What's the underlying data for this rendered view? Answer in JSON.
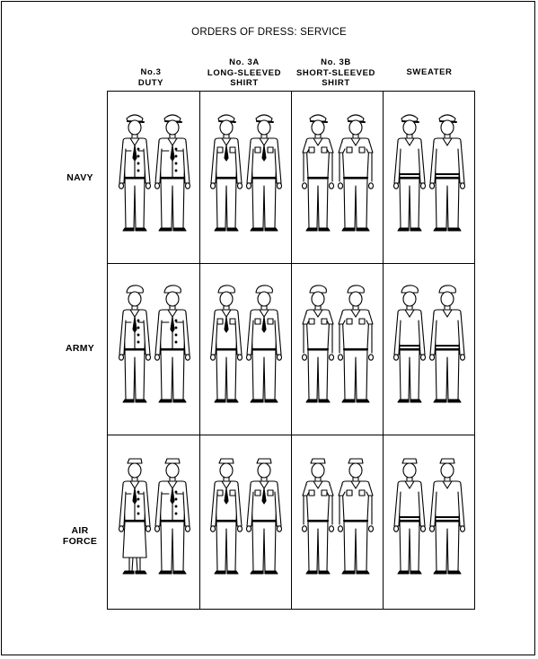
{
  "title": "ORDERS OF DRESS: SERVICE",
  "columns": [
    {
      "lines": [
        "No.3",
        "DUTY"
      ]
    },
    {
      "lines": [
        "No. 3A",
        "LONG-SLEEVED",
        "SHIRT"
      ]
    },
    {
      "lines": [
        "No. 3B",
        "SHORT-SLEEVED",
        "SHIRT"
      ]
    },
    {
      "lines": [
        "SWEATER"
      ]
    }
  ],
  "rows": [
    {
      "lines": [
        "NAVY"
      ]
    },
    {
      "lines": [
        "ARMY"
      ]
    },
    {
      "lines": [
        "AIR",
        "FORCE"
      ]
    }
  ],
  "cells": [
    [
      "navy-no3-duty",
      "navy-no3a-long-sleeved-shirt",
      "navy-no3b-short-sleeved-shirt",
      "navy-sweater"
    ],
    [
      "army-no3-duty",
      "army-no3a-long-sleeved-shirt",
      "army-no3b-short-sleeved-shirt",
      "army-sweater"
    ],
    [
      "air-force-no3-duty",
      "air-force-no3a-long-sleeved-shirt",
      "air-force-no3b-short-sleeved-shirt",
      "air-force-sweater"
    ]
  ]
}
